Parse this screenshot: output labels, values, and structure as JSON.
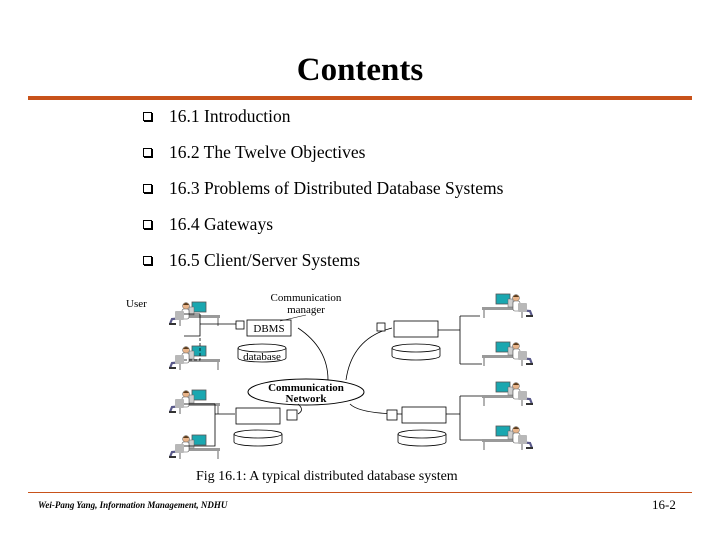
{
  "slide": {
    "title": "Contents"
  },
  "toc": {
    "items": [
      "16.1 Introduction",
      "16.2 The Twelve Objectives",
      "16.3 Problems of Distributed Database Systems",
      "16.4 Gateways",
      "16.5 Client/Server Systems"
    ]
  },
  "figure": {
    "user_label": "User",
    "comm_manager_line1": "Communication",
    "comm_manager_line2": "manager",
    "dbms_label": "DBMS",
    "database_label": "database",
    "network_line1": "Communication",
    "network_line2": "Network",
    "caption": "Fig 16.1: A typical distributed database system"
  },
  "footer": {
    "author": "Wei-Pang Yang, Information Management, NDHU",
    "page": "16-2"
  },
  "colors": {
    "accent_rule": "#c8521a",
    "monitor_screen": "#1aa7b0"
  }
}
